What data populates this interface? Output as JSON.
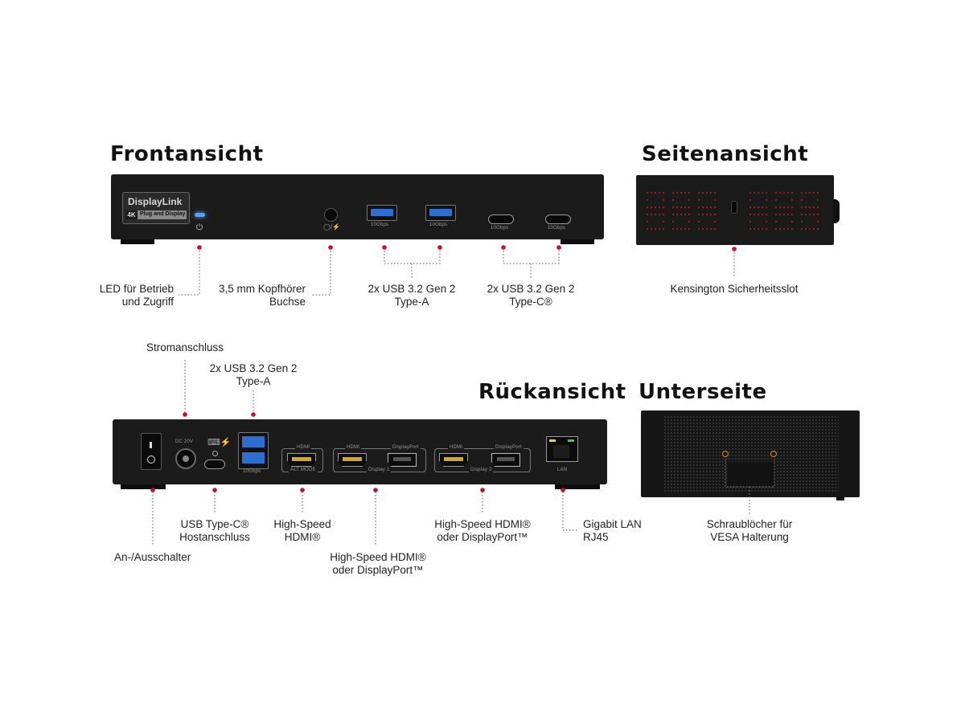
{
  "titles": {
    "front": "Frontansicht",
    "side": "Seitenansicht",
    "back": "Rückansicht",
    "bottom": "Unterseite"
  },
  "front_device": {
    "logo_text": "DisplayLink",
    "logo_badge": "4K",
    "logo_sub": "Plug and Display",
    "port_speed": "10Gbps",
    "power_icon": "power-icon",
    "audio_icon": "headset-mic-icon"
  },
  "front_labels": {
    "led_line1": "LED für Betrieb",
    "led_line2": "und Zugriff",
    "audio_line1": "3,5 mm Kopfhörer",
    "audio_line2": "Buchse",
    "usba_line1": "2x USB 3.2 Gen 2",
    "usba_line2": "Type-A",
    "usbc_line1": "2x USB 3.2 Gen 2",
    "usbc_line2": "Type-C®"
  },
  "side_labels": {
    "kensington": "Kensington Sicherheitsslot"
  },
  "back_device": {
    "dc_label": "DC 20V",
    "usba_speed": "10Gbps",
    "hdmi": "HDMI",
    "alt_mode": "ALT MODE",
    "displayport": "DisplayPort",
    "display1": "Display 1",
    "display2": "Display 2",
    "lan": "LAN"
  },
  "back_labels": {
    "power_connector": "Stromanschluss",
    "usba_line1": "2x USB 3.2 Gen 2",
    "usba_line2": "Type-A",
    "switch": "An-/Ausschalter",
    "host_line1": "USB Type-C®",
    "host_line2": "Hostanschluss",
    "hdmi_line1": "High-Speed",
    "hdmi_line2": "HDMI®",
    "d1_line1": "High-Speed HDMI®",
    "d1_line2": "oder DisplayPort™",
    "d2_line1": "High-Speed HDMI®",
    "d2_line2": "oder DisplayPort™",
    "lan_line1": "Gigabit LAN",
    "lan_line2": "RJ45"
  },
  "bottom_labels": {
    "vesa_line1": "Schraublöcher für",
    "vesa_line2": "VESA Halterung"
  },
  "colors": {
    "callout_dot": "#c8102e",
    "device_body": "#1b1b1b",
    "usb_blue": "#2c6fd1",
    "led_blue": "#4da3ff",
    "hdmi_gold": "#d4a42c"
  }
}
